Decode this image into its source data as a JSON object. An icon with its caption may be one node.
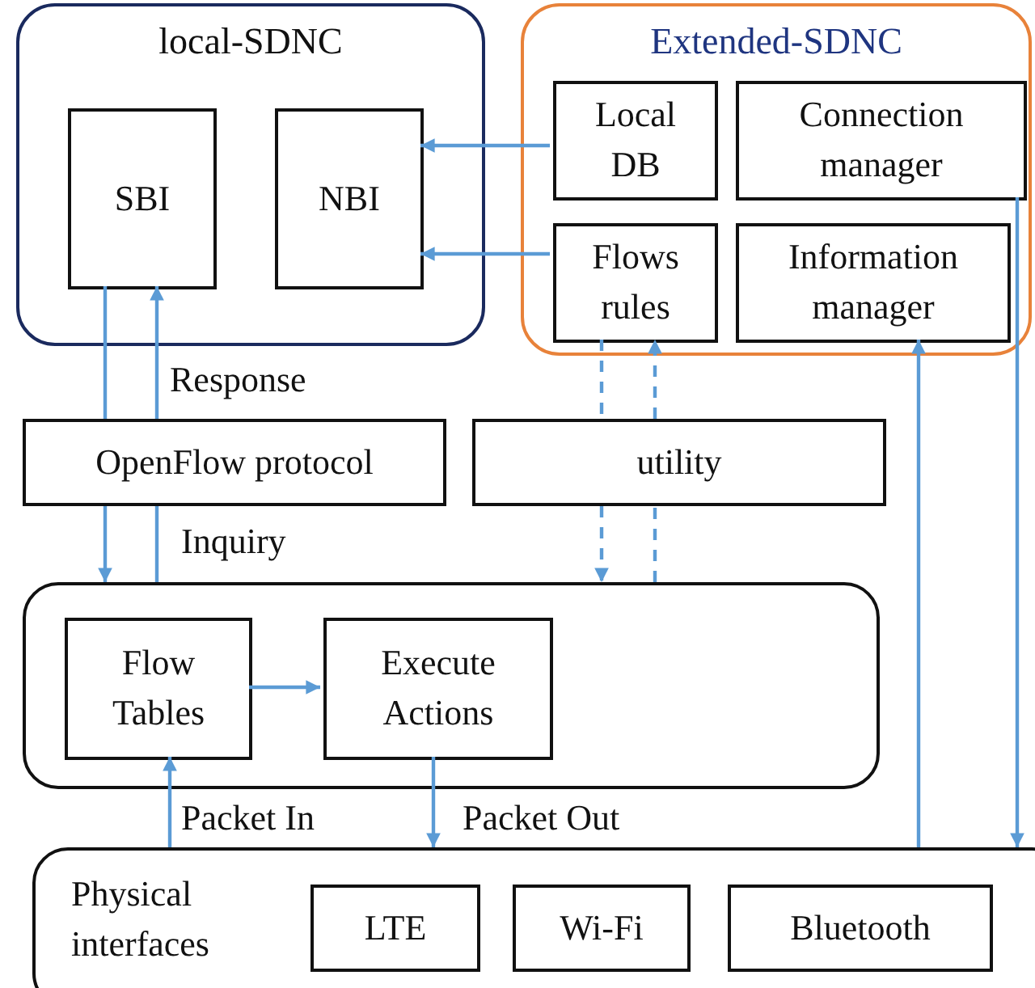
{
  "diagram": {
    "nodes": [
      {
        "text": [
          "local-SDNC"
        ]
      },
      {
        "text": [
          "SBI"
        ],
        "in": 0
      },
      {
        "text": [
          "NBI"
        ],
        "in": 0
      },
      {
        "text": [
          "Extended-SDNC"
        ]
      },
      {
        "text": [
          "Local DB"
        ],
        "in": 3
      },
      {
        "text": [
          "Connection manager"
        ],
        "in": 3
      },
      {
        "text": [
          "Flows rules"
        ],
        "in": 3
      },
      {
        "text": [
          "Information manager"
        ],
        "in": 3
      },
      {
        "text": [
          "OpenFlow protocol"
        ]
      },
      {
        "text": [
          "utility"
        ]
      },
      {
        "text": [],
        "shape": "box"
      },
      {
        "text": [
          "Flow Tables"
        ],
        "in": 10
      },
      {
        "text": [
          "Execute Actions"
        ],
        "in": 10
      },
      {
        "text": [
          "Physical interfaces"
        ]
      },
      {
        "text": [
          "LTE"
        ],
        "in": 13
      },
      {
        "text": [
          "Wi-Fi"
        ],
        "in": 13
      },
      {
        "text": [
          "Bluetooth"
        ],
        "in": 13
      }
    ],
    "edges": [
      {
        "from": 4,
        "to": 2,
        "arrow": "to"
      },
      {
        "from": 6,
        "to": 2,
        "arrow": "to"
      },
      {
        "from": 1,
        "to": 8,
        "arrow": "none"
      },
      {
        "from": 8,
        "to": 1,
        "arrow": "to",
        "label": "Response"
      },
      {
        "from": 8,
        "to": 10,
        "arrow": "to"
      },
      {
        "from": 10,
        "to": 8,
        "arrow": "none",
        "label": "Inquiry"
      },
      {
        "from": 6,
        "to": 9,
        "arrow": "none",
        "style": "dashed"
      },
      {
        "from": 9,
        "to": 6,
        "arrow": "to",
        "style": "dashed"
      },
      {
        "from": 9,
        "to": 10,
        "arrow": "to",
        "style": "dashed"
      },
      {
        "from": 10,
        "to": 9,
        "arrow": "none",
        "style": "dashed"
      },
      {
        "from": 11,
        "to": 12,
        "arrow": "to"
      },
      {
        "from": 13,
        "to": 11,
        "arrow": "to",
        "label": "Packet In"
      },
      {
        "from": 12,
        "to": 13,
        "arrow": "to",
        "label": "Packet Out"
      },
      {
        "from": 13,
        "to": 7,
        "arrow": "to"
      },
      {
        "from": 5,
        "to": 13,
        "arrow": "to"
      }
    ]
  }
}
